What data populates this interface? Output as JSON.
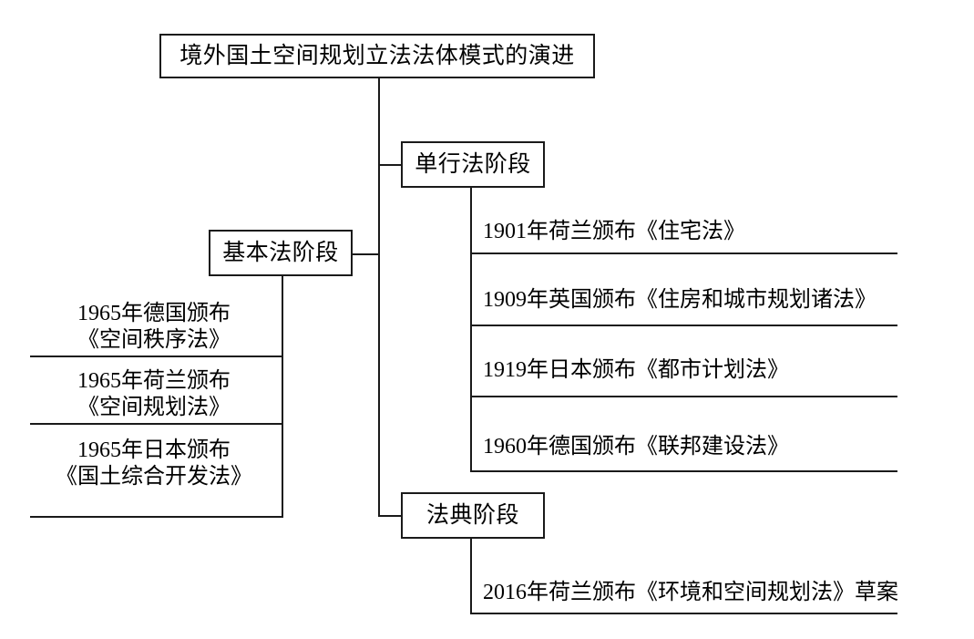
{
  "diagram": {
    "title": "境外国土空间规划立法法体模式的演进",
    "root": {
      "label": "境外国土空间规划立法法体模式的演进"
    },
    "branches": [
      {
        "id": "single-law",
        "label": "单行法阶段",
        "side": "right",
        "items": [
          {
            "line1": "1901年荷兰颁布《住宅法》"
          },
          {
            "line1": "1909年英国颁布《住房和城市规划诸法》"
          },
          {
            "line1": "1919年日本颁布《都市计划法》"
          },
          {
            "line1": "1960年德国颁布《联邦建设法》"
          }
        ]
      },
      {
        "id": "basic-law",
        "label": "基本法阶段",
        "side": "left",
        "items": [
          {
            "line1": "1965年德国颁布",
            "line2": "《空间秩序法》"
          },
          {
            "line1": "1965年荷兰颁布",
            "line2": "《空间规划法》"
          },
          {
            "line1": "1965年日本颁布",
            "line2": "《国土综合开发法》"
          }
        ]
      },
      {
        "id": "code-stage",
        "label": "法典阶段",
        "side": "right",
        "items": [
          {
            "line1": "2016年荷兰颁布《环境和空间规划法》草案"
          }
        ]
      }
    ],
    "colors": {
      "stroke": "#1a1a1a",
      "text": "#000000",
      "background": "#ffffff"
    }
  }
}
